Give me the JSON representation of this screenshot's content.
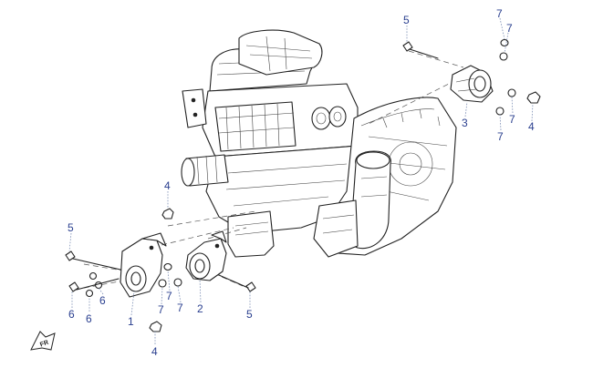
{
  "diagram": {
    "callouts": [
      {
        "id": "c-5-top",
        "number": "5"
      },
      {
        "id": "c-7-top-a",
        "number": "7"
      },
      {
        "id": "c-7-top-b",
        "number": "7"
      },
      {
        "id": "c-3",
        "number": "3"
      },
      {
        "id": "c-7-right-a",
        "number": "7"
      },
      {
        "id": "c-7-right-b",
        "number": "7"
      },
      {
        "id": "c-4-right",
        "number": "4"
      },
      {
        "id": "c-4-mid",
        "number": "4"
      },
      {
        "id": "c-5-left",
        "number": "5"
      },
      {
        "id": "c-6-a",
        "number": "6"
      },
      {
        "id": "c-6-b",
        "number": "6"
      },
      {
        "id": "c-6-c",
        "number": "6"
      },
      {
        "id": "c-1",
        "number": "1"
      },
      {
        "id": "c-7-mid-a",
        "number": "7"
      },
      {
        "id": "c-7-mid-b",
        "number": "7"
      },
      {
        "id": "c-7-mid-c",
        "number": "7"
      },
      {
        "id": "c-2",
        "number": "2"
      },
      {
        "id": "c-5-bottom",
        "number": "5"
      },
      {
        "id": "c-4-bottom",
        "number": "4"
      }
    ],
    "front_label": "FR",
    "colors": {
      "callout": "#2a3f8f",
      "leader": "#7d8fb5",
      "line": "#222222"
    }
  }
}
